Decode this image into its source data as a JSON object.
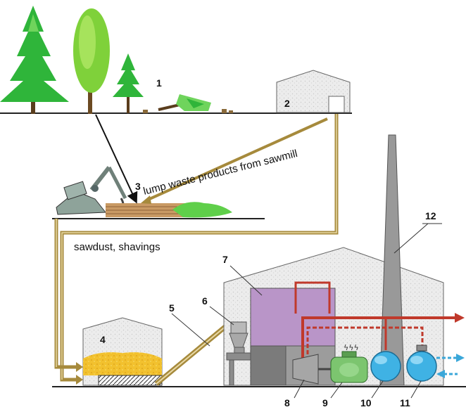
{
  "labels": {
    "n1": "1",
    "n2": "2",
    "n3": "3",
    "n4": "4",
    "n5": "5",
    "n6": "6",
    "n7": "7",
    "n8": "8",
    "n9": "9",
    "n10": "10",
    "n11": "11",
    "n12": "12"
  },
  "annotations": {
    "lump_waste": "lump waste products from sawmill",
    "sawdust": "sawdust, shavings"
  },
  "colors": {
    "tree_green": "#2fb53a",
    "pipe_tan": "#a68a3c",
    "furnace_purple": "#b995c8",
    "boiler_blue": "#3fb2e4",
    "generator_green": "#7cc56f",
    "pipe_red": "#c0392b",
    "arrow_blue": "#3aa7d9",
    "chip_yellow": "#f2c12e"
  }
}
